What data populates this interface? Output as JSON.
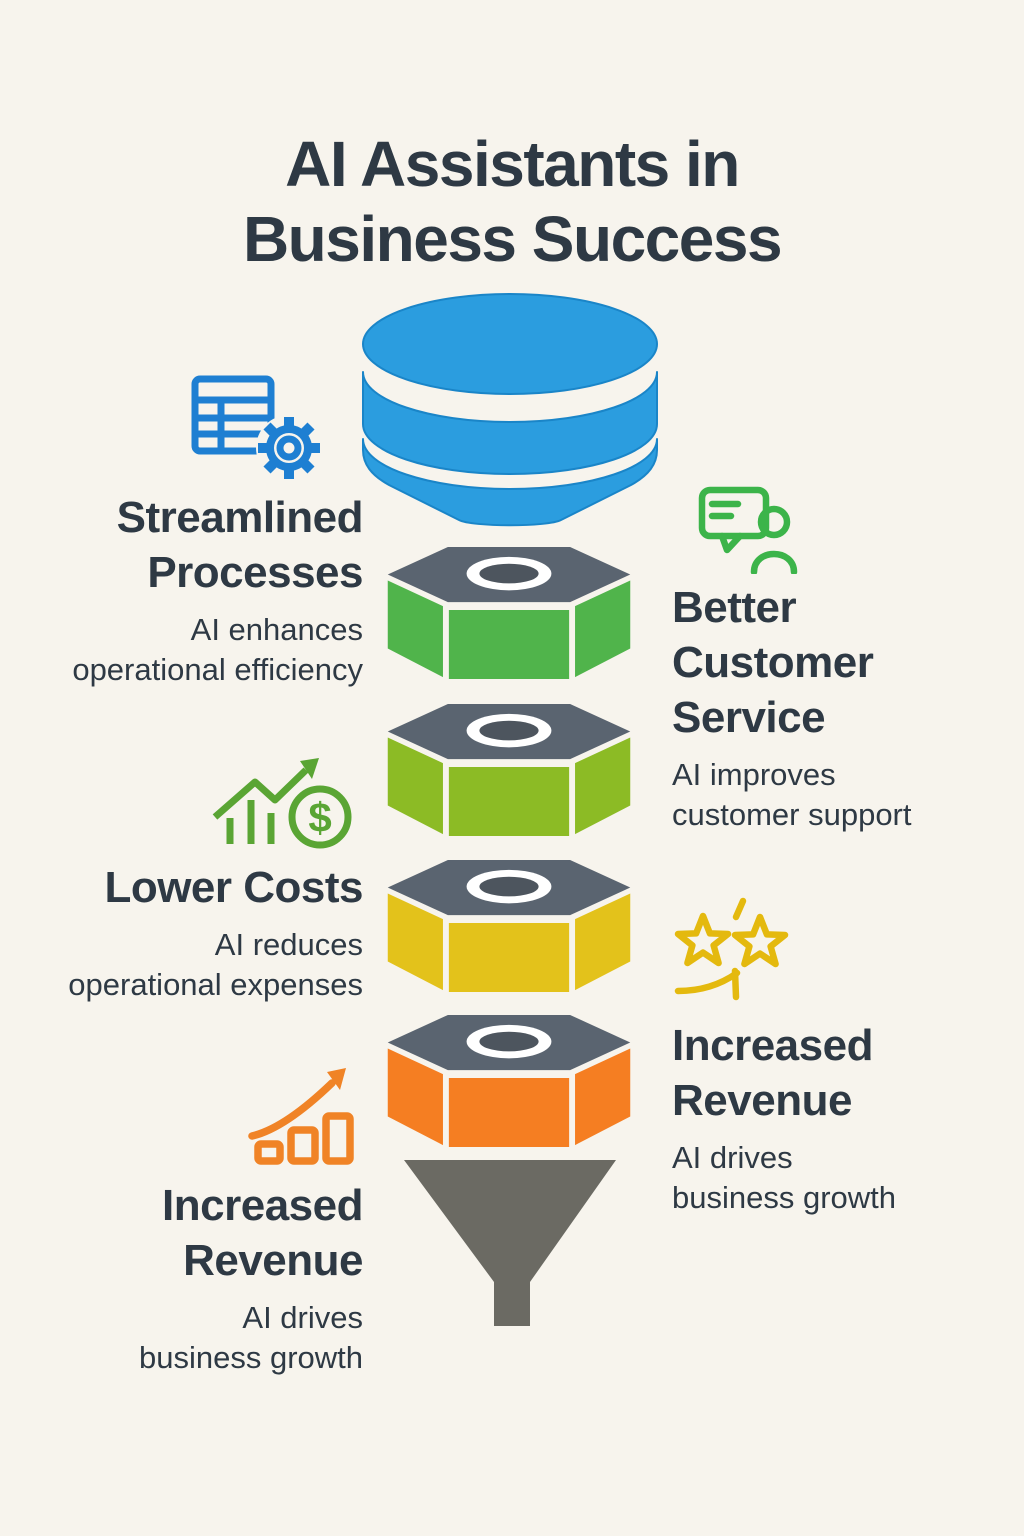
{
  "title": "AI Assistants in\nBusiness Success",
  "colors": {
    "background": "#f7f4ed",
    "text": "#2e3944",
    "db_blue": "#2b9ddf",
    "db_blue_edge": "#1a85c8",
    "nut_top_gray": "#5a6470",
    "nut_hole_gray": "#4d555e",
    "ring_white": "#ffffff",
    "funnel_gray": "#6b6a63",
    "stage1_green": "#50b44b",
    "stage2_lime": "#8cbb25",
    "stage3_yellow": "#e3c21b",
    "stage4_orange": "#f57e22",
    "icon_blue": "#1e7fd2",
    "icon_green_chat": "#3cb44a",
    "icon_green_money": "#5aa534",
    "icon_yellow": "#e4b90e",
    "icon_orange": "#f08326"
  },
  "stages": [
    {
      "heading": "Streamlined\nProcesses",
      "description": "AI enhances\noperational efficiency",
      "icon": "table-gear",
      "side": "left"
    },
    {
      "heading": "Better\nCustomer\nService",
      "description": "AI improves\ncustomer support",
      "icon": "chat-person",
      "side": "right"
    },
    {
      "heading": "Lower Costs",
      "description": "AI reduces\noperational expenses",
      "icon": "growth-dollar",
      "side": "left"
    },
    {
      "heading": "Increased\nRevenue",
      "description": "AI drives\nbusiness growth",
      "icon": "rating-stars",
      "side": "right"
    },
    {
      "heading": "Increased\nRevenue",
      "description": "AI drives\nbusiness growth",
      "icon": "bar-growth",
      "side": "left"
    }
  ],
  "icon_glyphs": {
    "dollar": "$"
  }
}
